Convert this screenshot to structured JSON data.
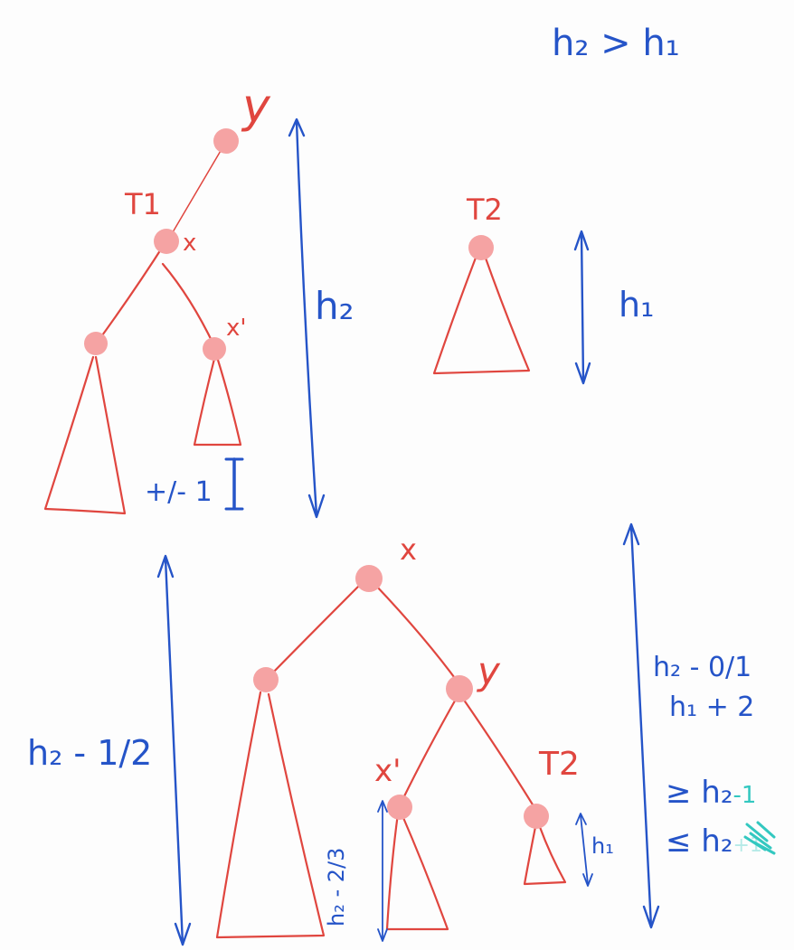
{
  "labels": {
    "h2_gt_h1": "h₂ > h₁",
    "y_top": "y",
    "T1": "T1",
    "x_top": "x",
    "x_prime_top": "x'",
    "T2_top": "T2",
    "h2_top": "h₂",
    "h1_top": "h₁",
    "plus_minus_1": "+/- 1",
    "x_bottom": "x",
    "y_bottom": "y",
    "x_prime_bottom": "x'",
    "T2_bottom": "T2",
    "h2_minus_half": "h₂ - 1/2",
    "h2_minus_0_1": "h₂ - 0/1",
    "h1_plus_2": "h₁ + 2",
    "ge_h2": "≥ h₂",
    "ge_minus_1": "-1",
    "le_h2": "≤ h₂",
    "le_plus_1": "+1",
    "h2_minus_2_3": "h₂ - 2/3",
    "h1_small": "h₁"
  },
  "colors": {
    "tree": "#e0463f",
    "node": "#f5a3a3",
    "annotation": "#2554c8",
    "highlight": "#33c8c0"
  }
}
